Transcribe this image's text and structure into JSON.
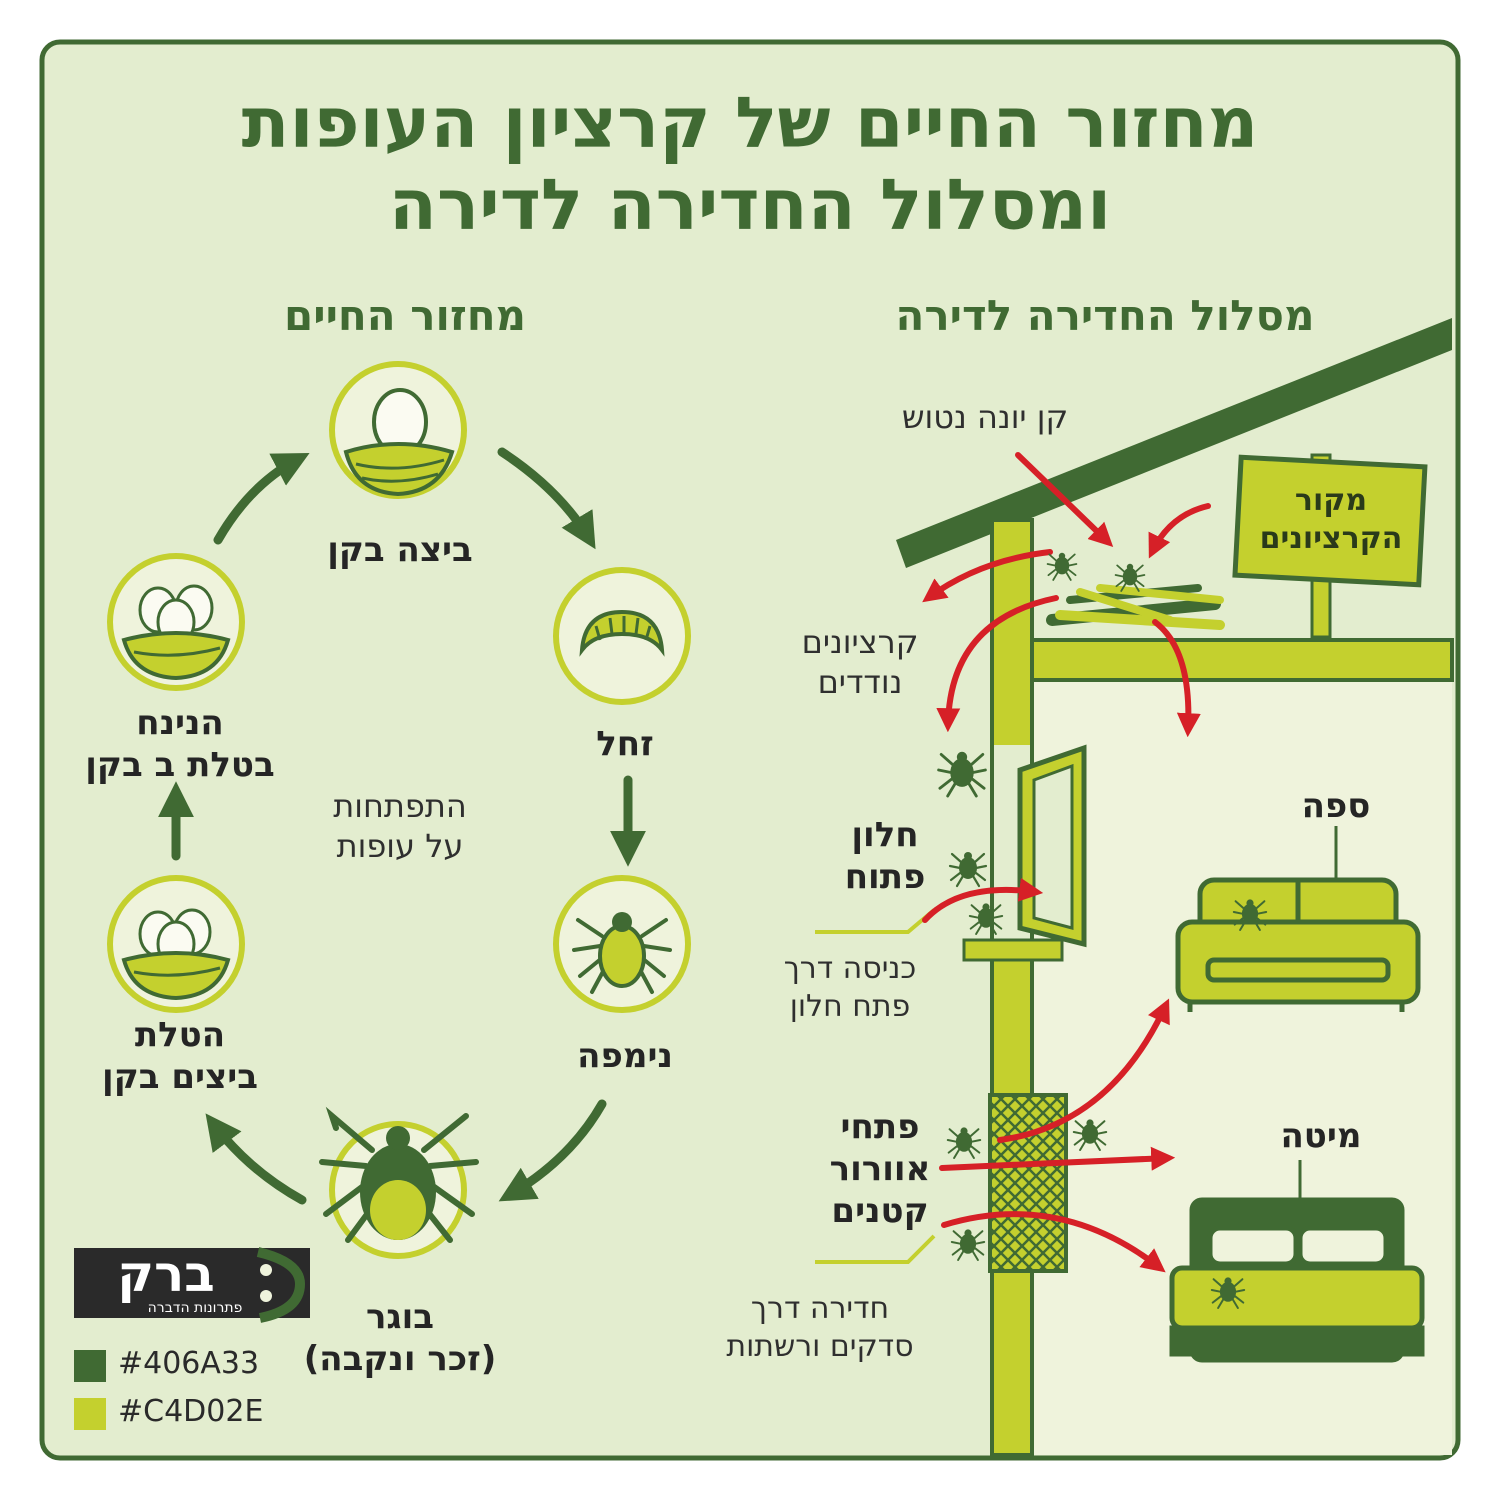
{
  "title": "מחזור החיים של קרציון העופות\nומסלול החדירה לדירה",
  "colors": {
    "dark_green": "#406A33",
    "light_green": "#C4D02E",
    "background": "#E3EDCF",
    "arrow_red": "#D62027"
  },
  "life_cycle": {
    "heading": "מחזור החיים",
    "stages": {
      "egg": "ביצה בקן",
      "larva": "זחל",
      "nymph": "נימפה",
      "adult": "בוגר\n(זכר ונקבה)",
      "laying": "הטלת\nביצים בקן",
      "hatching": "הנינח\nבטלת ב בקן"
    },
    "center_note": "התפתחות\nעל עופות"
  },
  "invasion": {
    "heading": "מסלול החדירה לדירה",
    "nest_label": "קן יונה נטוש",
    "source_sign": "מקור\nהקרציונים",
    "wandering": "קרציונים\nנודדים",
    "window_label": "חלון\nפתוח",
    "window_caption": "כניסה דרך\nפתח חלון",
    "vents_label": "פתחי\nאוורור\nקטנים",
    "vents_caption": "חדירה דרך\nסדקים ורשתות",
    "sofa": "ספה",
    "bed": "מיטה"
  },
  "logo": {
    "name": "ברק",
    "tagline": "פתרונות הדברה"
  },
  "legend": [
    {
      "hex": "#406A33"
    },
    {
      "hex": "#C4D02E"
    }
  ]
}
